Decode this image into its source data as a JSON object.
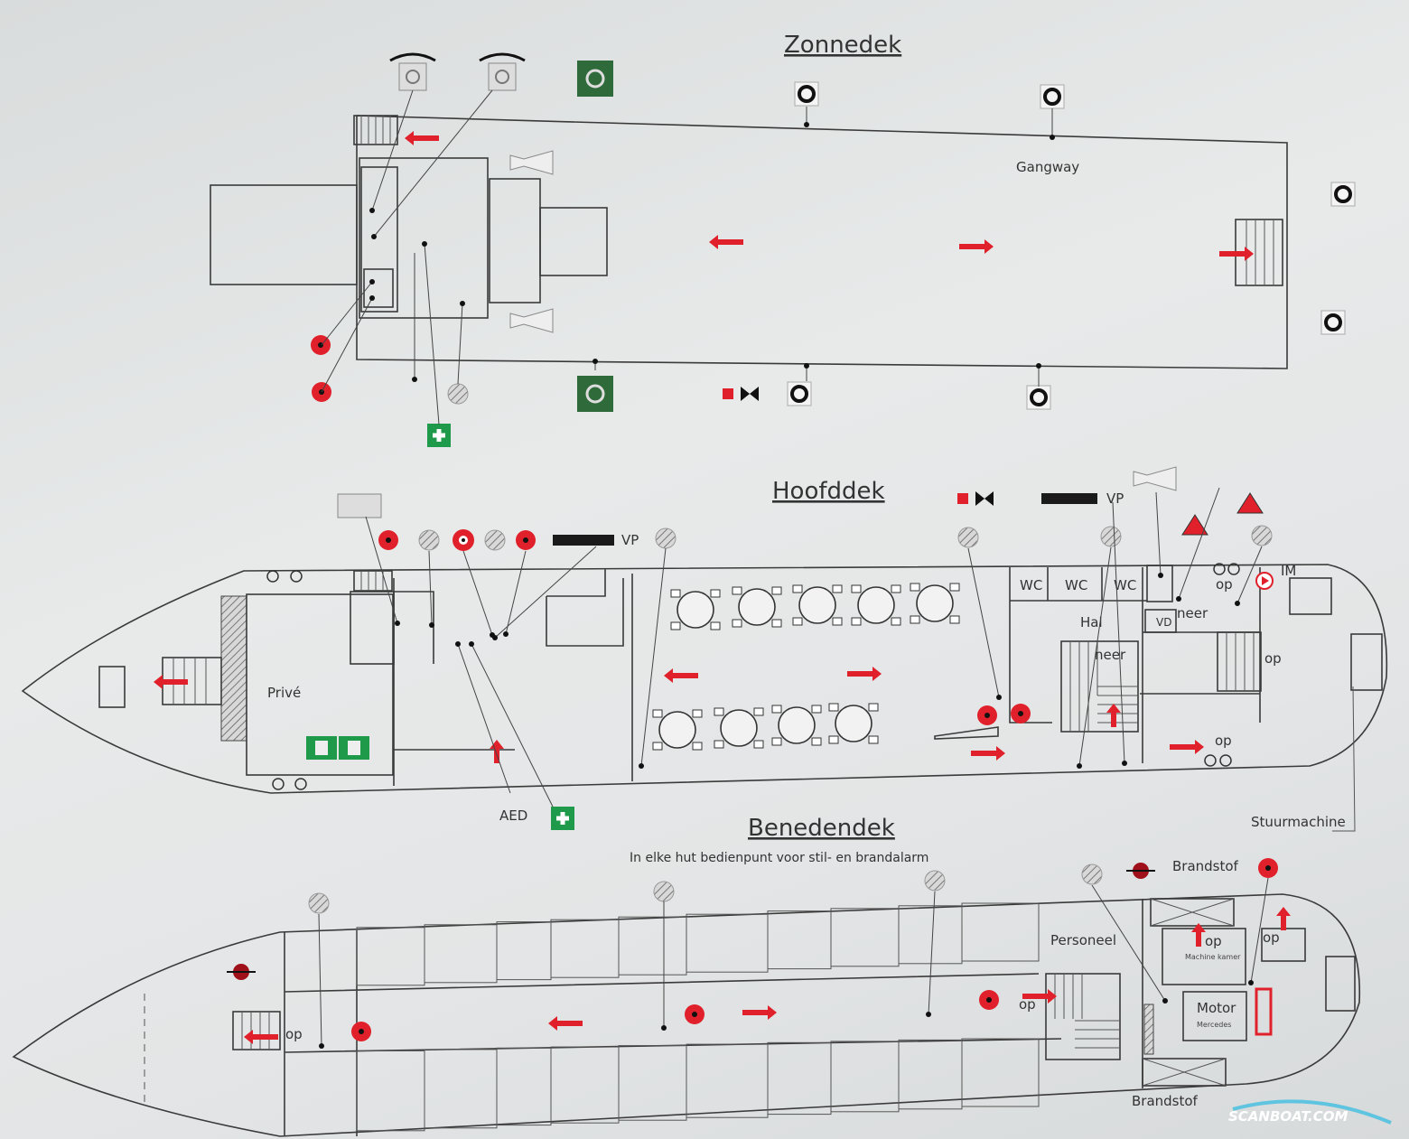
{
  "zonnedek": {
    "title": "Zonnedek",
    "gangway": "Gangway"
  },
  "hoofddek": {
    "title": "Hoofddek",
    "vp_left": "VP",
    "vp_right": "VP",
    "wc": [
      "WC",
      "WC",
      "WC"
    ],
    "hal": "Hal",
    "neer_1": "neer",
    "neer_2": "neer",
    "op_1": "op",
    "op_2": "op",
    "op_3": "op",
    "im": "IM",
    "vd": "VD",
    "prive": "Privé",
    "aed": "AED",
    "stuurmachine": "Stuurmachine"
  },
  "benedendek": {
    "title": "Benedendek",
    "subtitle": "In elke hut bedienpunt voor stil- en brandalarm",
    "personeel": "Personeel",
    "brandstof_top": "Brandstof",
    "brandstof_bottom": "Brandstof",
    "op_stairs": "op",
    "op_mid": "op",
    "op_machine": "op",
    "op_right": "op",
    "machine_kamer": "Machine kamer",
    "motor": "Motor",
    "mercedes": "Mercedes"
  },
  "watermark": "SCANBOAT.COM",
  "colors": {
    "red": "#e0202a",
    "green": "#2f6b3a",
    "line": "#3a3a3a",
    "hatch_gray": "#b8b8b8"
  }
}
